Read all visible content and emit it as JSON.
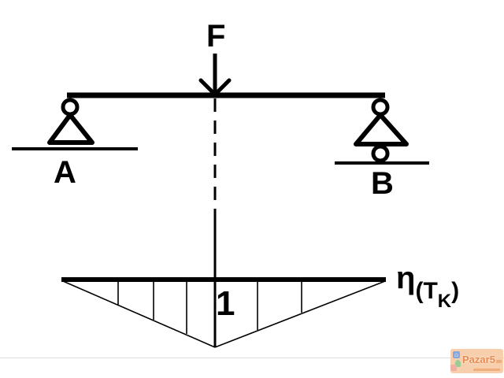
{
  "diagram": {
    "force_label": "F",
    "support_a_label": "A",
    "support_b_label": "B"
  },
  "influence_line": {
    "peak_value": "1",
    "label": {
      "eta": "η",
      "open": "(",
      "t": "T",
      "k": "K",
      "close": ")"
    }
  },
  "watermark": {
    "brand": "Pazar5"
  },
  "colors": {
    "ink": "#000000",
    "background": "#ffffff",
    "watermark_bg": "#f7cba6",
    "watermark_text": "#e8823f"
  }
}
